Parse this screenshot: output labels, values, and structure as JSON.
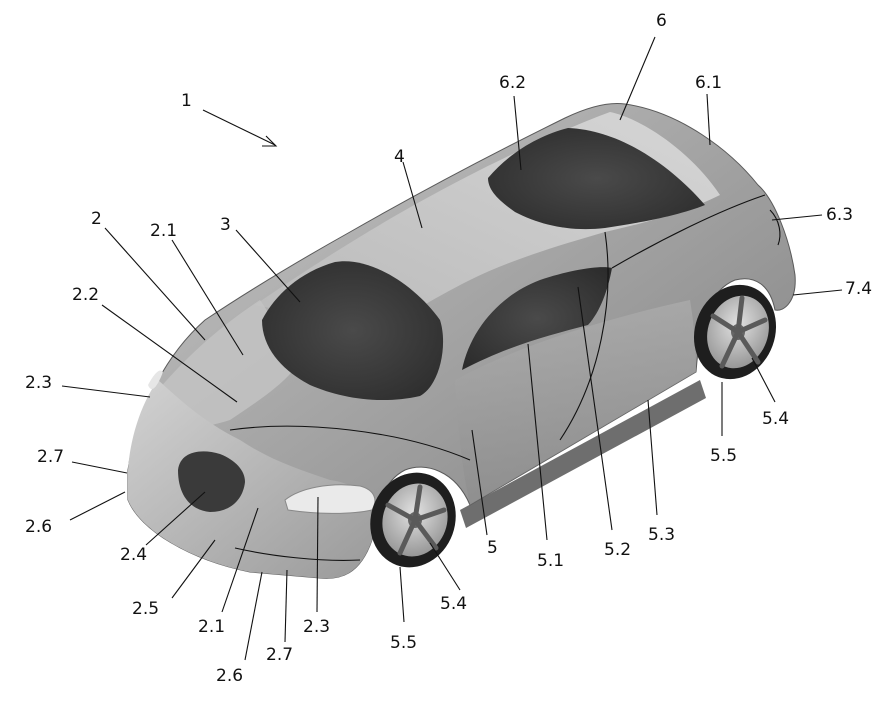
{
  "labels": [
    {
      "id": "ref-1",
      "text": "1"
    },
    {
      "id": "ref-2",
      "text": "2"
    },
    {
      "id": "ref-2-1-top",
      "text": "2.1"
    },
    {
      "id": "ref-2-2",
      "text": "2.2"
    },
    {
      "id": "ref-2-3-left",
      "text": "2.3"
    },
    {
      "id": "ref-2-7-left",
      "text": "2.7"
    },
    {
      "id": "ref-2-6-left",
      "text": "2.6"
    },
    {
      "id": "ref-2-4",
      "text": "2.4"
    },
    {
      "id": "ref-2-5",
      "text": "2.5"
    },
    {
      "id": "ref-2-1-bottom",
      "text": "2.1"
    },
    {
      "id": "ref-2-6-bottom",
      "text": "2.6"
    },
    {
      "id": "ref-2-7-bottom",
      "text": "2.7"
    },
    {
      "id": "ref-2-3-bottom",
      "text": "2.3"
    },
    {
      "id": "ref-3",
      "text": "3"
    },
    {
      "id": "ref-4",
      "text": "4"
    },
    {
      "id": "ref-5",
      "text": "5"
    },
    {
      "id": "ref-5-1",
      "text": "5.1"
    },
    {
      "id": "ref-5-2",
      "text": "5.2"
    },
    {
      "id": "ref-5-3",
      "text": "5.3"
    },
    {
      "id": "ref-5-4-front",
      "text": "5.4"
    },
    {
      "id": "ref-5-5-front",
      "text": "5.5"
    },
    {
      "id": "ref-5-4-rear",
      "text": "5.4"
    },
    {
      "id": "ref-5-5-rear",
      "text": "5.5"
    },
    {
      "id": "ref-6",
      "text": "6"
    },
    {
      "id": "ref-6-1",
      "text": "6.1"
    },
    {
      "id": "ref-6-2",
      "text": "6.2"
    },
    {
      "id": "ref-6-3",
      "text": "6.3"
    },
    {
      "id": "ref-7-4",
      "text": "7.4"
    }
  ]
}
